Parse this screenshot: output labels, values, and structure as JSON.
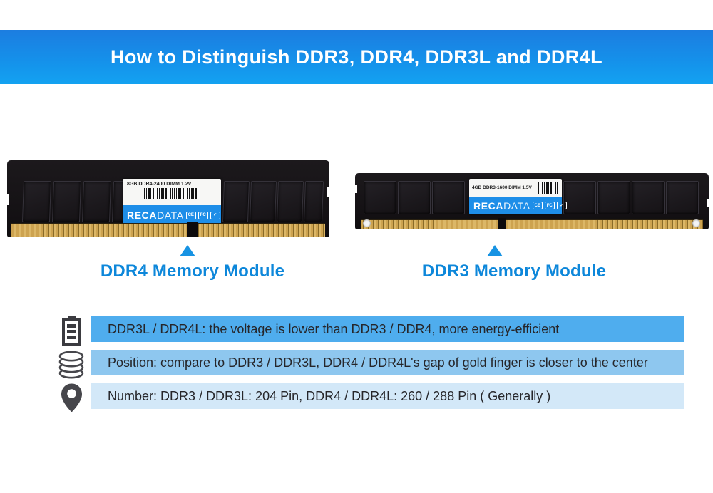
{
  "header": {
    "title": "How to Distinguish DDR3, DDR4, DDR3L and DDR4L"
  },
  "colors": {
    "banner_top": "#1c7de0",
    "banner_bottom": "#13a2f1",
    "accent_blue": "#0d87da",
    "label_blue": "#1e8ee8",
    "gold_finger": "#cda350"
  },
  "ddr4_module": {
    "spec_label": "8GB DDR4-2400 DIMM 1.2V",
    "brand_bold": "RECA",
    "brand_light": "DATA",
    "cert_marks": [
      "CE",
      "FC",
      "✓"
    ],
    "caption": "DDR4 Memory Module"
  },
  "ddr3_module": {
    "spec_label": "4GB DDR3-1600 DIMM 1.5V",
    "brand_bold": "RECA",
    "brand_light": "DATA",
    "cert_marks": [
      "CE",
      "FC",
      "✓"
    ],
    "caption": "DDR3 Memory Module"
  },
  "info_rows": [
    {
      "icon": "battery-icon",
      "bg": "#4fadee",
      "text": "DDR3L / DDR4L: the voltage is lower than DDR3 / DDR4, more energy-efficient"
    },
    {
      "icon": "database-icon",
      "bg": "#8ec7ef",
      "text": "Position: compare to DDR3 / DDR3L, DDR4 / DDR4L's gap of gold finger is closer to the center"
    },
    {
      "icon": "location-pin-icon",
      "bg": "#d3e8f8",
      "text": "Number: DDR3 / DDR3L: 204 Pin, DDR4 / DDR4L: 260 / 288 Pin ( Generally )"
    }
  ]
}
